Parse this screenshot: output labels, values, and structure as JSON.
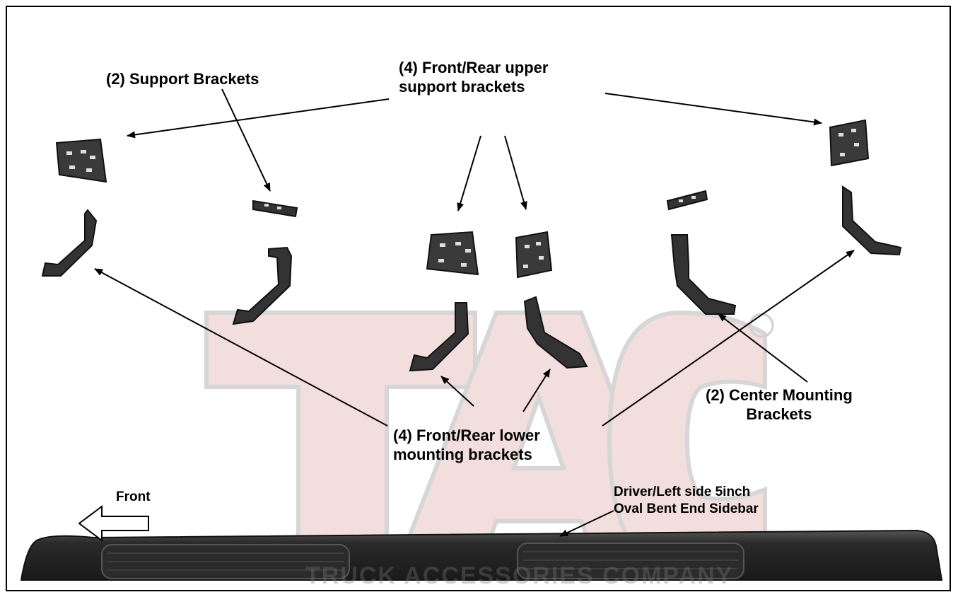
{
  "labels": {
    "support_brackets": "(2) Support Brackets",
    "upper_brackets": "(4) Front/Rear upper\nsupport brackets",
    "center_brackets": "(2) Center Mounting\nBrackets",
    "lower_brackets": "(4) Front/Rear lower\nmounting brackets",
    "front": "Front",
    "sidebar": "Driver/Left side 5inch\nOval Bent End Sidebar"
  },
  "watermark": {
    "logo_letters": "TAC",
    "registered": "®",
    "tagline": "TRUCK ACCESSORIES COMPANY"
  },
  "colors": {
    "ink": "#000000",
    "part": "#2e2e2e",
    "watermark_fill": "#f2dcdc",
    "watermark_stroke": "#d8d8d8"
  }
}
